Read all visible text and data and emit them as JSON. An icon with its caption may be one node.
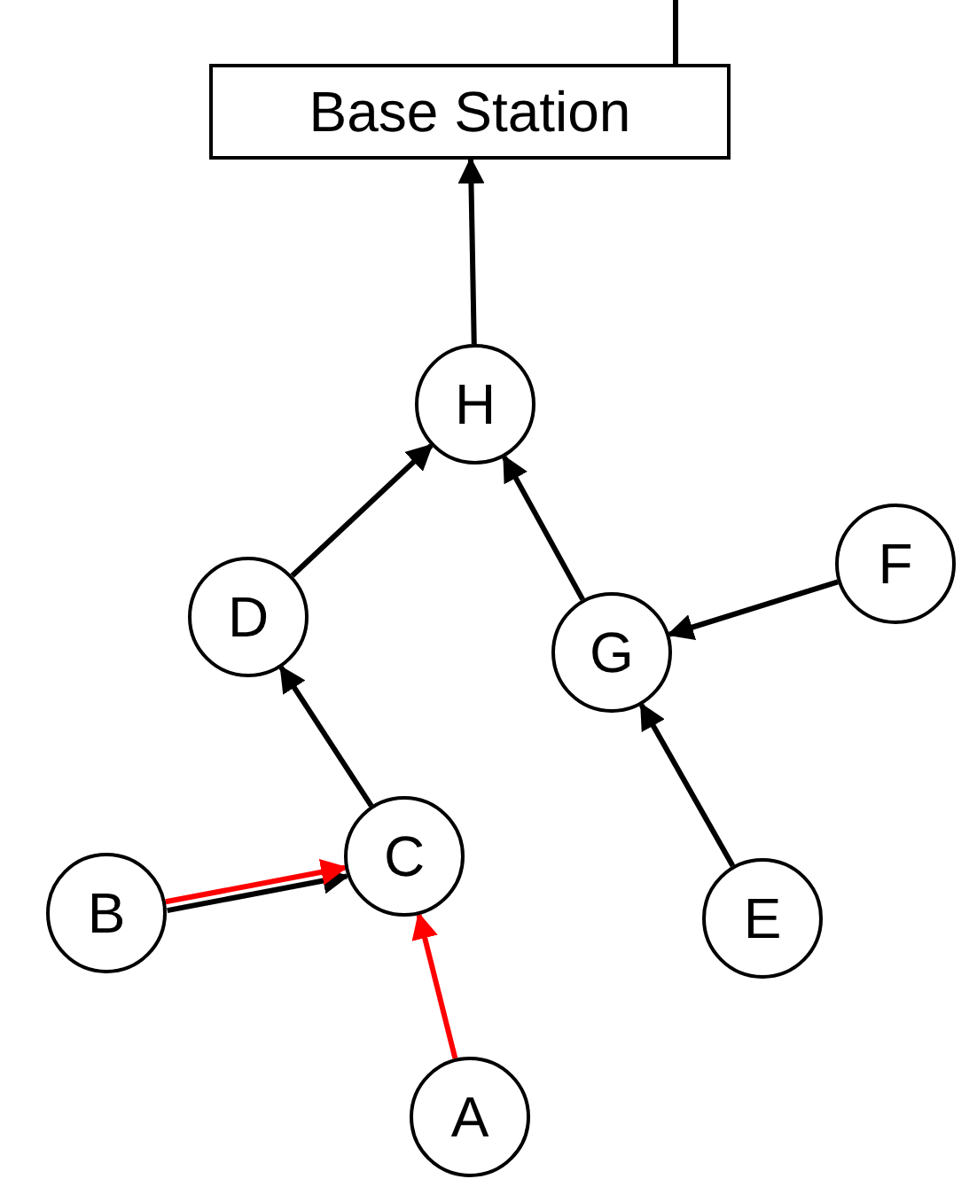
{
  "diagram": {
    "nodes": [
      {
        "text": [
          "Base Station"
        ]
      },
      {
        "text": [
          "H"
        ]
      },
      {
        "text": [
          "D"
        ]
      },
      {
        "text": [
          "G"
        ]
      },
      {
        "text": [
          "F"
        ]
      },
      {
        "text": [
          "C"
        ]
      },
      {
        "text": [
          "B"
        ]
      },
      {
        "text": [
          "E"
        ]
      },
      {
        "text": [
          "A"
        ]
      }
    ],
    "edges": [
      {
        "from": 0,
        "to": null,
        "arrow": "none"
      },
      {
        "from": 1,
        "to": 0,
        "arrow": "to"
      },
      {
        "from": 2,
        "to": 1,
        "arrow": "to"
      },
      {
        "from": 3,
        "to": 1,
        "arrow": "to"
      },
      {
        "from": 4,
        "to": 3,
        "arrow": "to"
      },
      {
        "from": 5,
        "to": 2,
        "arrow": "to"
      },
      {
        "from": 7,
        "to": 3,
        "arrow": "to"
      },
      {
        "from": 6,
        "to": 5,
        "arrow": "to"
      },
      {
        "from": 6,
        "to": 5,
        "arrow": "to",
        "color": "#ff0000"
      },
      {
        "from": 8,
        "to": 5,
        "arrow": "to",
        "color": "#ff0000"
      }
    ]
  }
}
